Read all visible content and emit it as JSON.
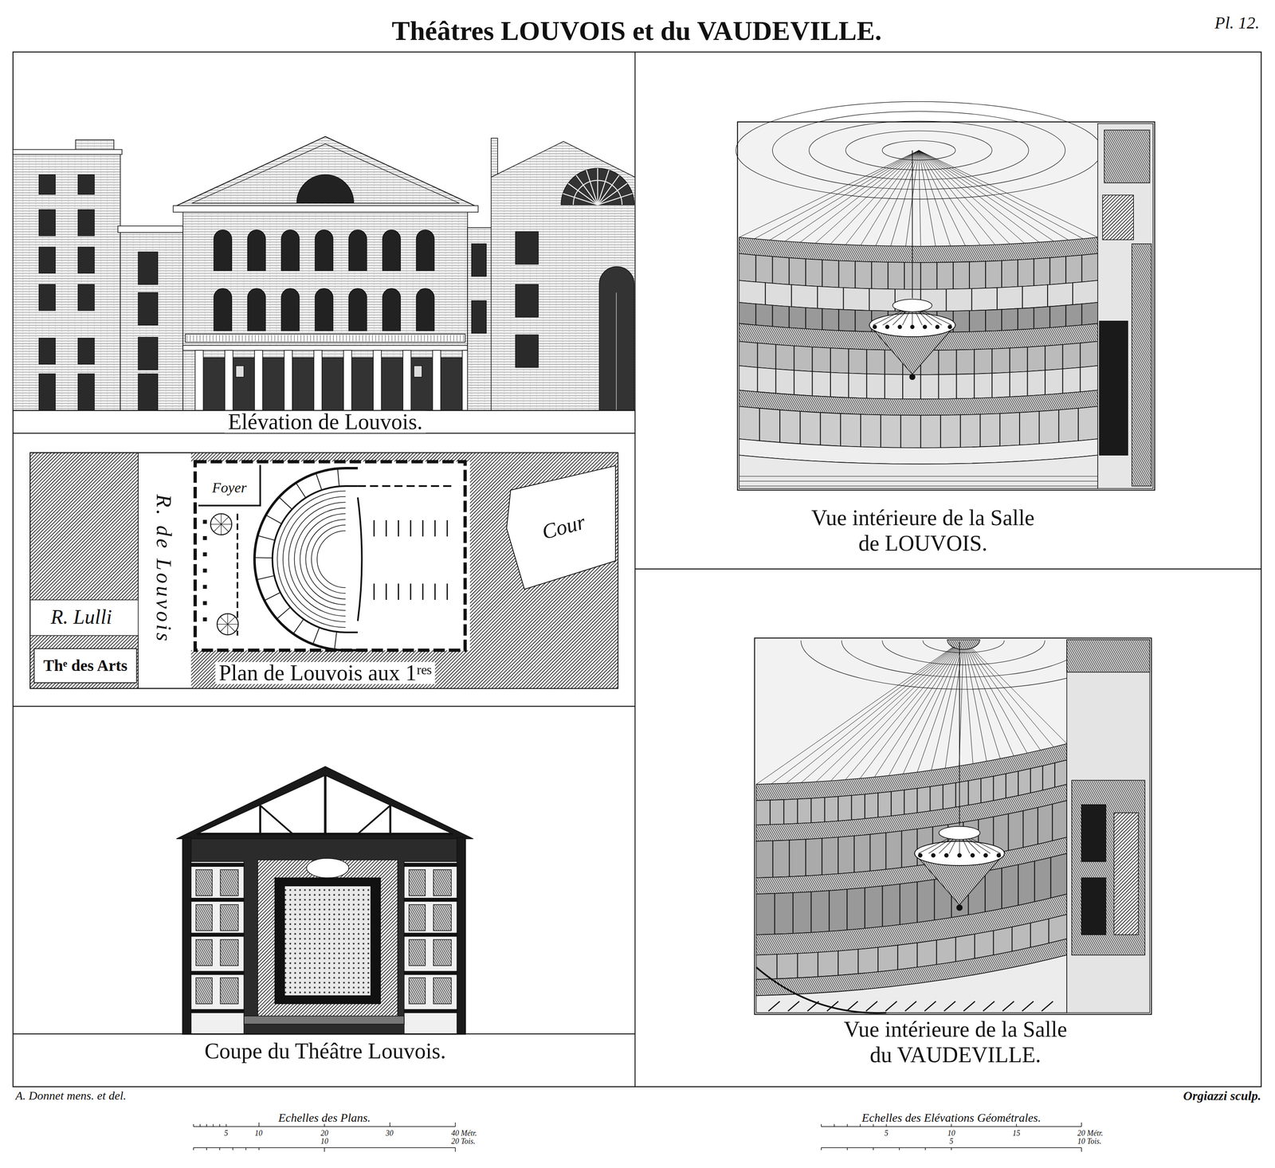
{
  "diagram": {
    "title": "Théâtres LOUVOIS et du VAUDEVILLE.",
    "nodes": [
      {
        "text": [
          "Elévation de Louvois."
        ]
      },
      {
        "text": [
          "Vue intérieure de la Salle de LOUVOIS."
        ]
      },
      {
        "text": [
          "Plan de Louvois aux 1ʳᵉˢ"
        ]
      },
      {
        "text": [
          "Coupe du Théâtre Louvois."
        ]
      },
      {
        "text": [
          "Vue intérieure de la Salle du VAUDEVILLE."
        ]
      }
    ],
    "labels": [
      "Pl. 12.",
      "Foyer",
      "R. de Louvois",
      "Cour",
      "R. Lulli",
      "Thᵉ des Arts",
      "A. Donnet mens. et del.",
      "Orgiazzi sculp.",
      "Echelles des Plans.",
      "5",
      "10",
      "20",
      "30",
      "40 Métr.",
      "10",
      "20 Tois.",
      "Echelles des Elévations Géométrales.",
      "5",
      "10",
      "15",
      "20 Métr.",
      "5",
      "10 Tois."
    ]
  }
}
